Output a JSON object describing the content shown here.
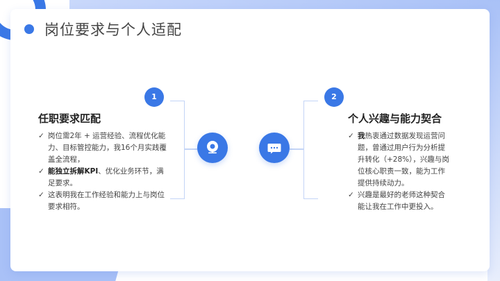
{
  "title": "岗位要求与个人适配",
  "left": {
    "number": "1",
    "heading": "任职要求匹配",
    "items": [
      {
        "bold": "",
        "text": "岗位需2年 + 运营经验、流程优化能力、目标管控能力，我16个月实践覆盖全流程，"
      },
      {
        "bold": "能独立拆解KPI",
        "text": "、优化业务环节，满足要求。"
      },
      {
        "bold": "",
        "text": "这表明我在工作经验和能力上与岗位要求相符。"
      }
    ],
    "icon": "webcam-icon"
  },
  "right": {
    "number": "2",
    "heading": "个人兴趣与能力契合",
    "items": [
      {
        "bold": "我",
        "text": "热衷通过数据发现运营问题，曾通过用户行为分析提升转化（+28%），兴趣与岗位核心职责一致，能为工作提供持续动力。"
      },
      {
        "bold": "",
        "text": "兴趣是最好的老师这种契合能让我在工作中更投入。"
      }
    ],
    "icon": "chat-bubble-icon"
  },
  "check": "✓",
  "colors": {
    "accent": "#3a78e6",
    "line": "#c3d4f6"
  }
}
